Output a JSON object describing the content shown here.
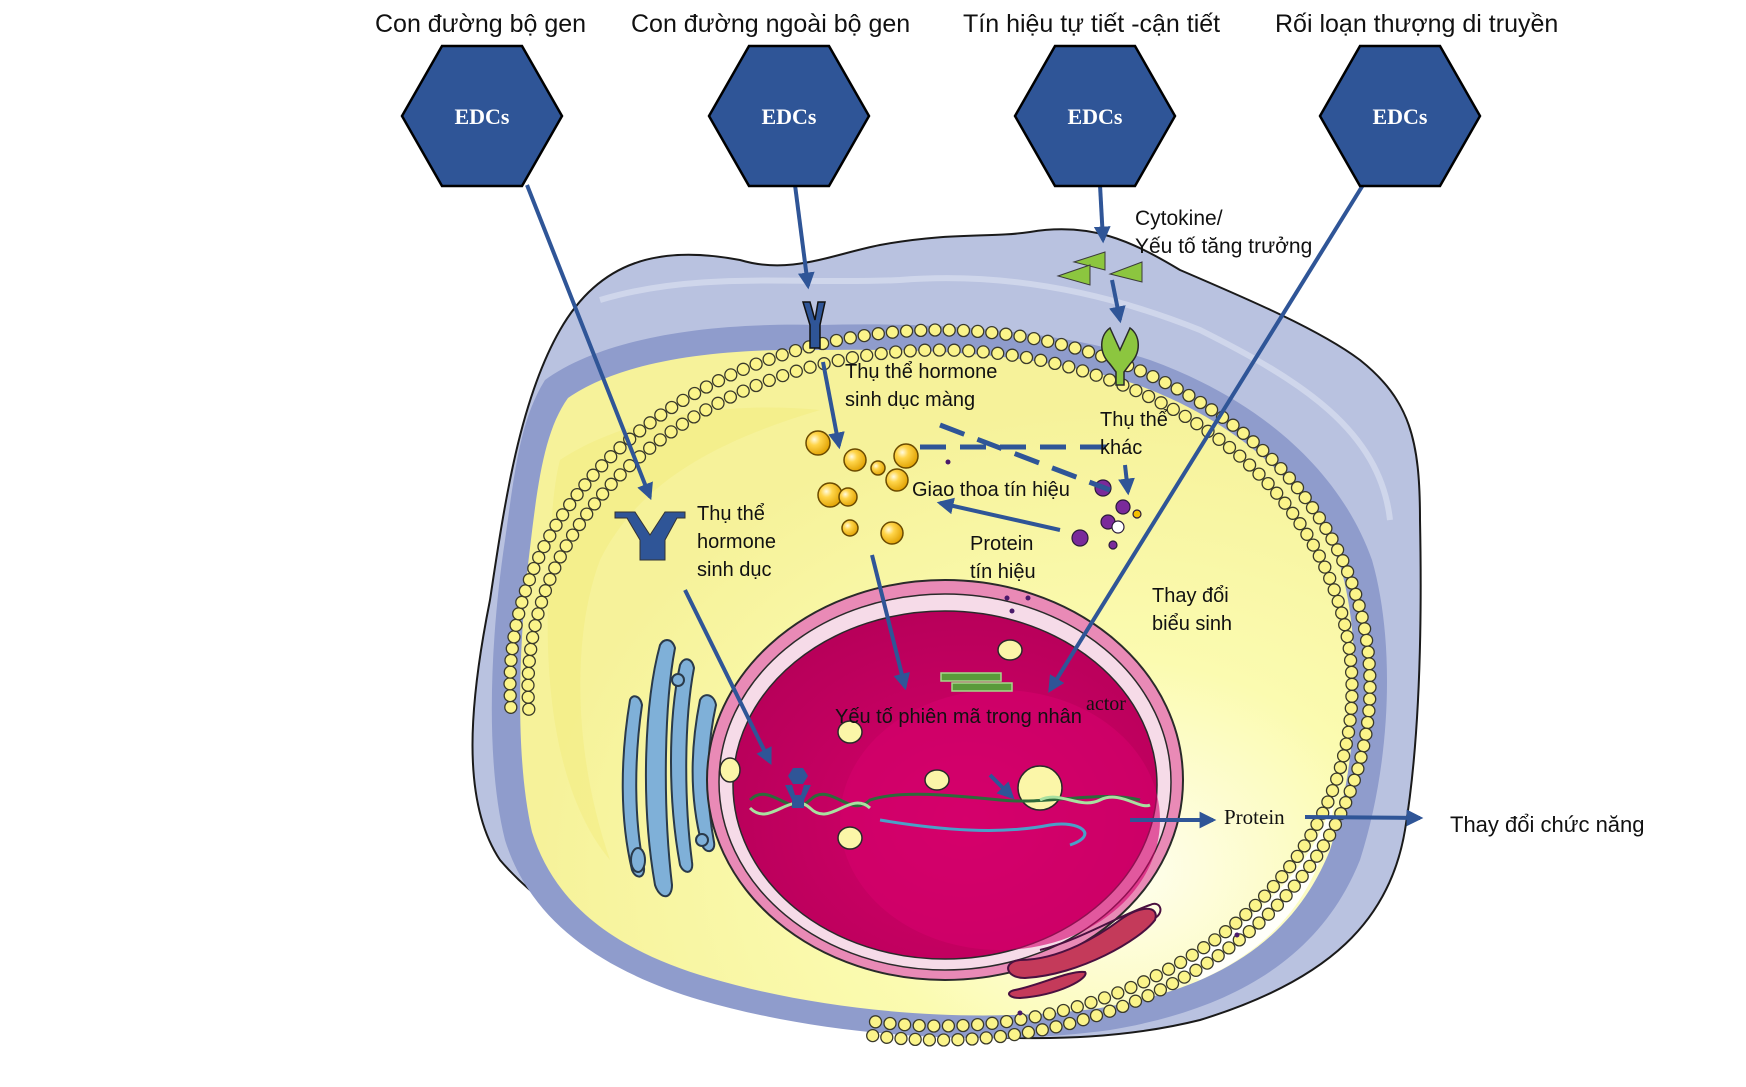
{
  "diagram": {
    "language": "vi",
    "pathways": [
      {
        "title": "Con đường bộ gen",
        "agent": "EDCs"
      },
      {
        "title": "Con đường ngoài bộ gen",
        "agent": "EDCs"
      },
      {
        "title": "Tín hiệu tự tiết -cận tiết",
        "agent": "EDCs"
      },
      {
        "title": "Rối loạn thượng di truyền",
        "agent": "EDCs"
      }
    ],
    "labels": {
      "cytokine_line1": "Cytokine/",
      "cytokine_line2": "Yếu tố tăng trưởng",
      "membrane_receptor_line1": "Thụ thể hormone",
      "membrane_receptor_line2": "sinh dục màng",
      "other_receptor_line1": "Thụ thể",
      "other_receptor_line2": "khác",
      "crosstalk": "Giao thoa tín hiệu",
      "sex_receptor_line1": "Thụ thể",
      "sex_receptor_line2": "hormone",
      "sex_receptor_line3": "sinh dục",
      "signal_protein_line1": "Protein",
      "signal_protein_line2": "tín hiệu",
      "epigenetic_line1": "Thay đổi",
      "epigenetic_line2": "biểu sinh",
      "transcription_factor": "Yếu tố phiên mã trong nhân",
      "transcription_factor_overlap": "actor",
      "protein": "Protein",
      "function_change": "Thay đổi chức năng"
    },
    "colors": {
      "hexagon_fill": "#2f5597",
      "arrow": "#2f5597",
      "cytoplasm": "#fafaa0",
      "outer_membrane": "#b9c2e0",
      "nucleus": "#c8005f",
      "nucleus_envelope": "#f2a7c8",
      "growth_factor": "#8cc63f",
      "vesicle": "#f5c000"
    }
  }
}
